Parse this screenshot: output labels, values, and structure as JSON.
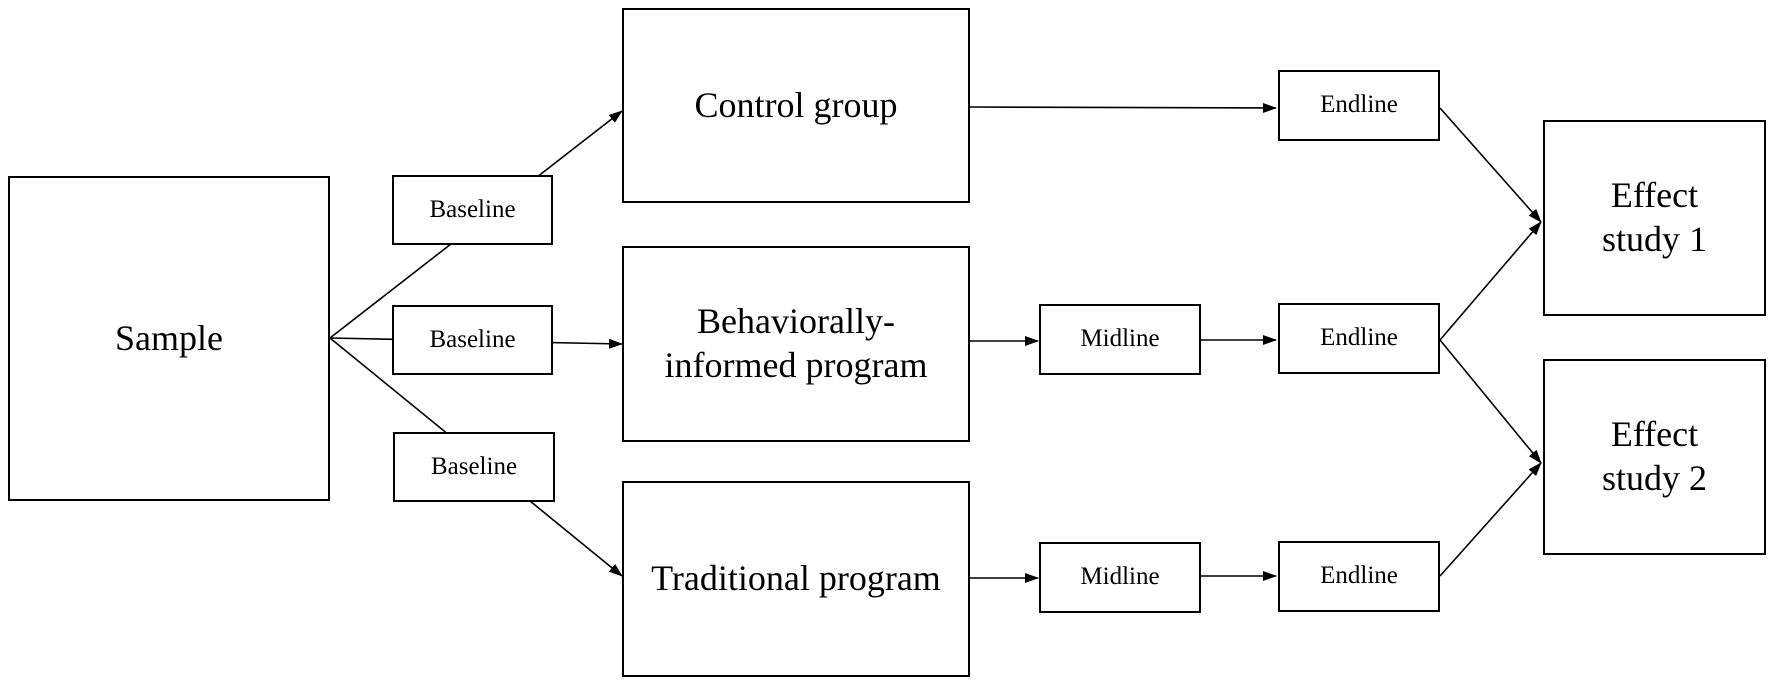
{
  "diagram": {
    "nodes": {
      "sample": "Sample",
      "baseline_control": "Baseline",
      "baseline_behavioral": "Baseline",
      "baseline_traditional": "Baseline",
      "control_group": "Control group",
      "behavioral_program": "Behaviorally-\ninformed program",
      "traditional_program": "Traditional program",
      "midline_behavioral": "Midline",
      "midline_traditional": "Midline",
      "endline_control": "Endline",
      "endline_behavioral": "Endline",
      "endline_traditional": "Endline",
      "effect_study_1": "Effect\nstudy 1",
      "effect_study_2": "Effect\nstudy 2"
    },
    "edges": [
      {
        "from": "sample",
        "to": "control_group",
        "via": "baseline_control"
      },
      {
        "from": "sample",
        "to": "behavioral_program",
        "via": "baseline_behavioral"
      },
      {
        "from": "sample",
        "to": "traditional_program",
        "via": "baseline_traditional"
      },
      {
        "from": "control_group",
        "to": "endline_control"
      },
      {
        "from": "behavioral_program",
        "to": "midline_behavioral"
      },
      {
        "from": "midline_behavioral",
        "to": "endline_behavioral"
      },
      {
        "from": "traditional_program",
        "to": "midline_traditional"
      },
      {
        "from": "midline_traditional",
        "to": "endline_traditional"
      },
      {
        "from": "endline_control",
        "to": "effect_study_1"
      },
      {
        "from": "endline_behavioral",
        "to": "effect_study_1"
      },
      {
        "from": "endline_behavioral",
        "to": "effect_study_2"
      },
      {
        "from": "endline_traditional",
        "to": "effect_study_2"
      }
    ]
  }
}
